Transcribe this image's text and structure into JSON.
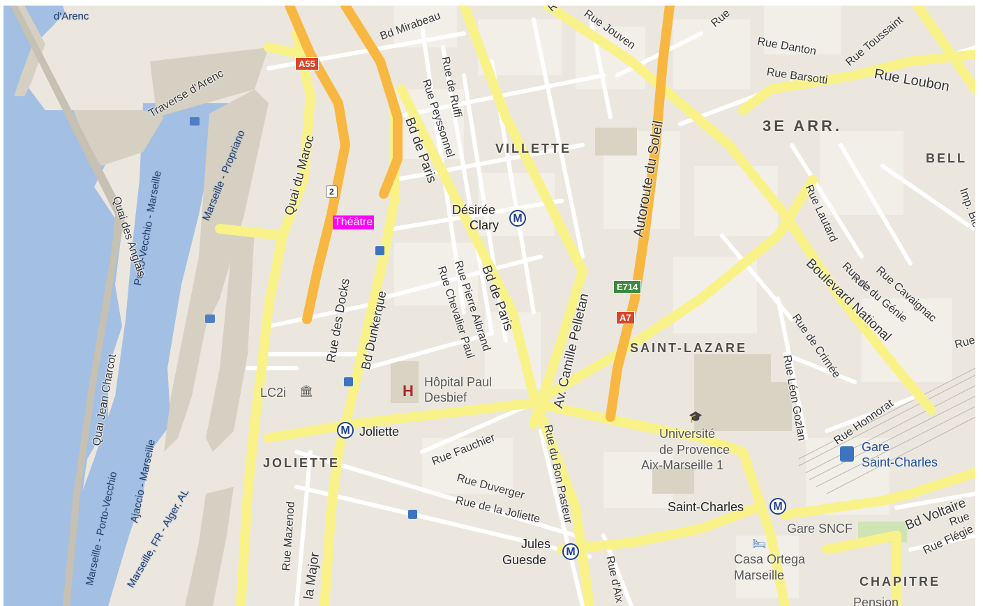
{
  "map": {
    "colors": {
      "land": "#ebe7df",
      "water": "#a3bfe3",
      "major_road": "#f9f289",
      "highway": "#f8b741",
      "block": "#f2efe9",
      "park": "#d9d3c3"
    },
    "highlight_label": "Théâtre",
    "districts": {
      "villette": "VILLETTE",
      "third_arr": "3E ARR.",
      "belle": "BELL",
      "saint_lazare": "SAINT-LAZARE",
      "joliette": "JOLIETTE",
      "chapitre": "CHAPITRE"
    },
    "streets": {
      "arenc": "d'Arenc",
      "traverse_arenc": "Traverse d'Arenc",
      "bd_mirabeau": "Bd Mirabeau",
      "rue_jouven": "Rue Jouven",
      "rue_danton": "Rue Danton",
      "rue_toussaint": "Rue Toussaint",
      "rue_barsotti": "Rue Barsotti",
      "rue_loubon": "Rue Loubon",
      "rue_top1": "Rue",
      "rue_top2": "Rue",
      "quai_du_maroc": "Quai du Maroc",
      "quai_des_anglais": "Quai des Anglais",
      "porto_vecchio_marseille": "Porto-Vecchio - Marseille",
      "marseille_propriano": "Marseille - Propriano",
      "rue_de_ruffi": "Rue de Ruffi",
      "rue_peyssonnel": "Rue Peyssonnel",
      "bd_de_paris_1": "Bd de Paris",
      "bd_de_paris_2": "Bd de Paris",
      "autoroute_du_soleil": "Autoroute du Soleil",
      "rue_lautard": "Rue Lautard",
      "imp_ble": "Imp. Ble",
      "rue_des_docks": "Rue des Docks",
      "bd_dunkerque": "Bd Dunkerque",
      "rue_pierre_albrand": "Rue Pierre Albrand",
      "rue_chevalier_paul": "Rue Chevalier Paul",
      "av_camille_pelletan": "Av. Camille Pelletan",
      "rue_de": "Rue de",
      "rue_du_genie": "Rue du Génie",
      "rue_cavaignac": "Rue Cavaignac",
      "boulevard_national": "Boulevard National",
      "rue_right": "Rue",
      "rue_de_crimee": "Rue de Crimée",
      "rue_leon_gozlan": "Rue Léon Gozlan",
      "rue_honnorat": "Rue Honnorat",
      "quai_jean_charcot": "Quai Jean Charcot",
      "marseille_porto_vecchio": "Marseille - Porto-Vecchio",
      "ajaccio_marseille": "Ajaccio - Marseille",
      "marseille_fr_alger": "Marseille, FR - Alger, AL",
      "rue_fauchier": "Rue Fauchier",
      "rue_du_bon_pasteur": "Rue du Bon Pasteur",
      "rue_duverger": "Rue Duverger",
      "rue_de_la_joliette": "Rue de la Joliette",
      "rue_mazenod": "Rue Mazenod",
      "la_major": "la Major",
      "rue_daix": "Rue d'Aix",
      "bd_voltaire": "Bd Voltaire",
      "rue_br1": "Rue",
      "rue_flegie": "Rue Flégie"
    },
    "shields": {
      "a55": "A55",
      "a7": "A7",
      "e714": "E714",
      "n2": "2"
    },
    "pois": {
      "lc2i": "LC2i",
      "hopital_line1": "Hôpital Paul",
      "hopital_line2": "Desbief",
      "universite_line1": "Université",
      "universite_line2": "de Provence",
      "universite_line3": "Aix-Marseille 1",
      "gare_sncf": "Gare SNCF",
      "casa_line1": "Casa Ortega",
      "casa_line2": "Marseille",
      "pension": "Pension"
    },
    "stations": {
      "desiree_line1": "Désirée",
      "desiree_line2": "Clary",
      "joliette": "Joliette",
      "jules_line1": "Jules",
      "jules_line2": "Guesde",
      "saint_charles": "Saint-Charles",
      "gare_line1": "Gare",
      "gare_line2": "Saint-Charles",
      "metro_symbol": "M"
    },
    "icons": [
      "metro-icon",
      "hospital-icon",
      "museum-icon",
      "university-icon",
      "ferry-icon",
      "bus-stop-icon",
      "train-station-icon",
      "hotel-icon"
    ]
  }
}
